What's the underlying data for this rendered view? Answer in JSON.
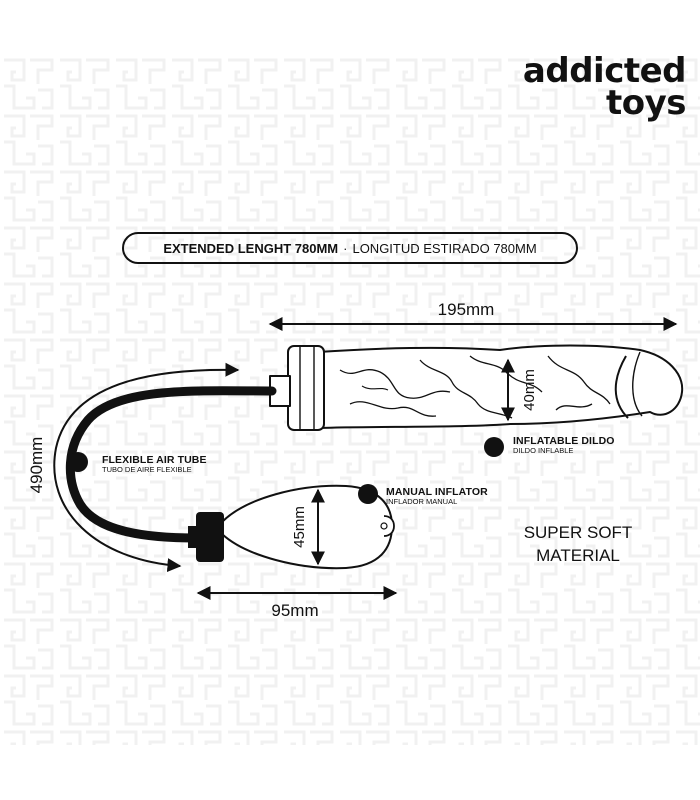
{
  "brand": {
    "line1": "addicted",
    "line2": "toys"
  },
  "banner": {
    "bold": "EXTENDED LENGHT 780MM",
    "separator": "·",
    "regular": "LONGITUD ESTIRADO 780MM"
  },
  "dimensions": {
    "dildo_length": "195mm",
    "dildo_width": "40mm",
    "tube_length": "490mm",
    "bulb_height": "45mm",
    "bulb_length": "95mm"
  },
  "labels": {
    "tube": {
      "main": "FLEXIBLE AIR TUBE",
      "sub": "TUBO DE AIRE FLEXIBLE"
    },
    "inflator": {
      "main": "MANUAL INFLATOR",
      "sub": "INFLADOR MANUAL"
    },
    "dildo": {
      "main": "INFLATABLE DILDO",
      "sub": "DILDO INFLABLE"
    }
  },
  "material": {
    "line1": "SUPER SOFT",
    "line2": "MATERIAL"
  },
  "colors": {
    "ink": "#111111",
    "background": "#ffffff",
    "pattern": "#f2f2f2"
  }
}
